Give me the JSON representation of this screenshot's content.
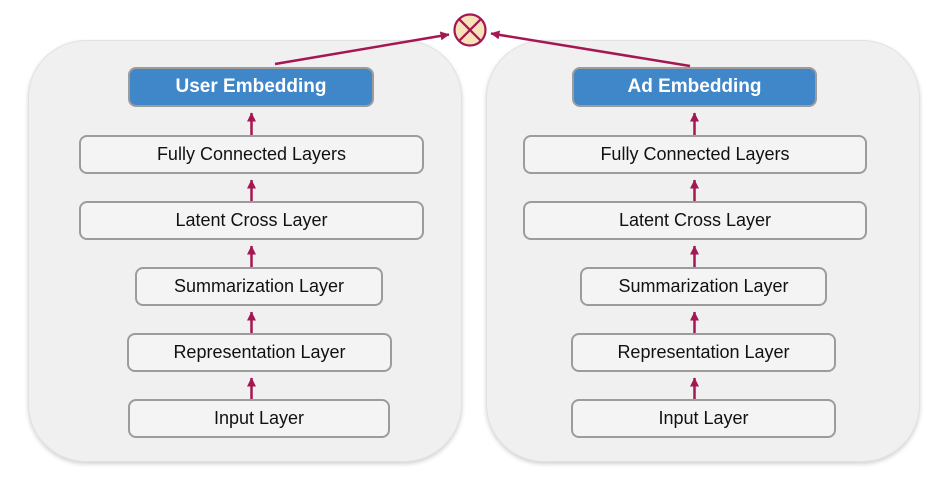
{
  "diagram": {
    "title": "",
    "node": {
      "icon": "circled-cross-product-icon",
      "meaning": "dot product combiner"
    },
    "towers": [
      {
        "id": "user",
        "embedding_label": "User Embedding",
        "layers": [
          "Fully Connected Layers",
          "Latent Cross Layer",
          "Summarization Layer",
          "Representation Layer",
          "Input Layer"
        ]
      },
      {
        "id": "ad",
        "embedding_label": "Ad Embedding",
        "layers": [
          "Fully Connected Layers",
          "Latent Cross Layer",
          "Summarization Layer",
          "Representation Layer",
          "Input Layer"
        ]
      }
    ]
  },
  "colors": {
    "panel-fill": "#F0F0F1",
    "panel-border": "#E2E2E2",
    "box-fill": "#F4F4F4",
    "box-border": "#9C9C9C",
    "embedding-fill": "#3F87C9",
    "embedding-text": "#FFFFFF",
    "arrow": "#A51752",
    "node-fill": "#F8E2BC",
    "text": "#111111",
    "page-bg": "#FFFFFF"
  }
}
